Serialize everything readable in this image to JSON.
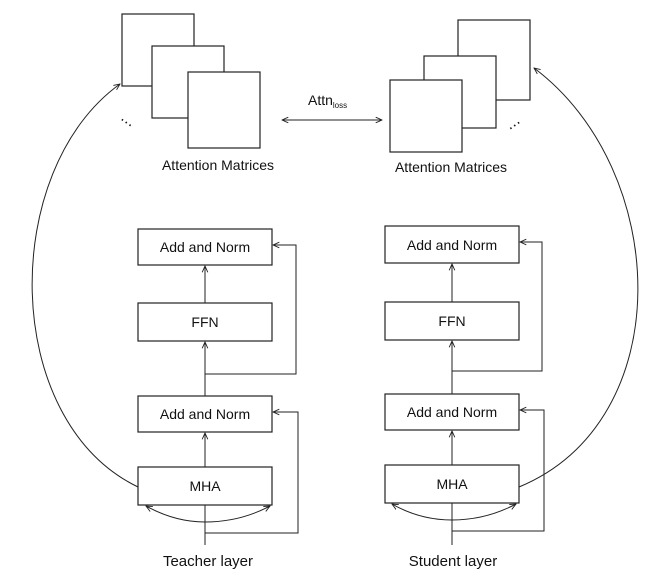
{
  "loss_label": {
    "main": "Attn",
    "subscript": "loss"
  },
  "teacher": {
    "caption": "Teacher layer",
    "matrices_label": "Attention Matrices",
    "add_norm_top": "Add and Norm",
    "ffn": "FFN",
    "add_norm_bottom": "Add and Norm",
    "mha": "MHA",
    "ellipsis": "…"
  },
  "student": {
    "caption": "Student layer",
    "matrices_label": "Attention Matrices",
    "add_norm_top": "Add and Norm",
    "ffn": "FFN",
    "add_norm_bottom": "Add and Norm",
    "mha": "MHA",
    "ellipsis": "…"
  },
  "colors": {
    "stroke": "#222222",
    "text": "#111111",
    "background": "#ffffff"
  }
}
